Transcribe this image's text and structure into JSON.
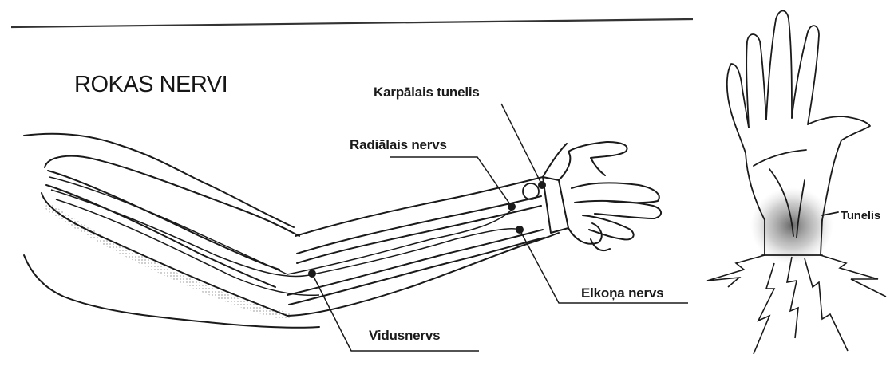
{
  "diagram": {
    "title": "ROKAS NERVI",
    "labels": {
      "carpal_tunnel": "Karpālais tunelis",
      "radial_nerve": "Radiālais nervs",
      "ulnar_nerve": "Elkoņa nervs",
      "median_nerve": "Vidusnervs",
      "tunnel": "Tunelis"
    },
    "colors": {
      "ink": "#1a1a1a",
      "shading": "#bdbdbd",
      "background": "#ffffff"
    }
  }
}
